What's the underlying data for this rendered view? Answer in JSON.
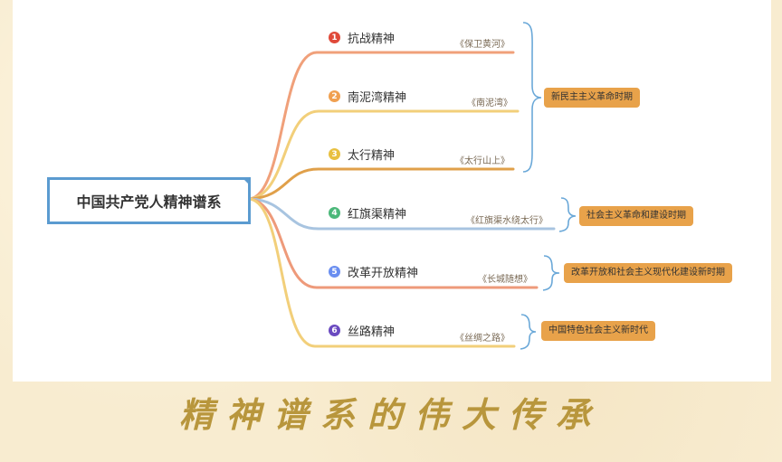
{
  "center": {
    "title": "中国共产党人精神谱系"
  },
  "branches": [
    {
      "num": "1",
      "label": "抗战精神",
      "work": "《保卫黄河》",
      "line_color": "#f0a07a",
      "num_color": "#e04a3a"
    },
    {
      "num": "2",
      "label": "南泥湾精神",
      "work": "《南泥湾》",
      "line_color": "#f2cf7a",
      "num_color": "#f0a050"
    },
    {
      "num": "3",
      "label": "太行精神",
      "work": "《太行山上》",
      "line_color": "#e0a04a",
      "num_color": "#e8c040"
    },
    {
      "num": "4",
      "label": "红旗渠精神",
      "work": "《红旗渠水绕太行》",
      "line_color": "#a8c4e0",
      "num_color": "#4cb87a"
    },
    {
      "num": "5",
      "label": "改革开放精神",
      "work": "《长城随想》",
      "line_color": "#ee9a7a",
      "num_color": "#6a8ef0"
    },
    {
      "num": "6",
      "label": "丝路精神",
      "work": "《丝绸之路》",
      "line_color": "#f2cf7a",
      "num_color": "#6a4ac0"
    }
  ],
  "periods": [
    {
      "label": "新民主主义革命时期"
    },
    {
      "label": "社会主义革命和建设时期"
    },
    {
      "label": "改革开放和社会主义现代化建设新时期"
    },
    {
      "label": "中国特色社会主义新时代"
    }
  ],
  "footer": {
    "title": "精神谱系的伟大传承"
  }
}
